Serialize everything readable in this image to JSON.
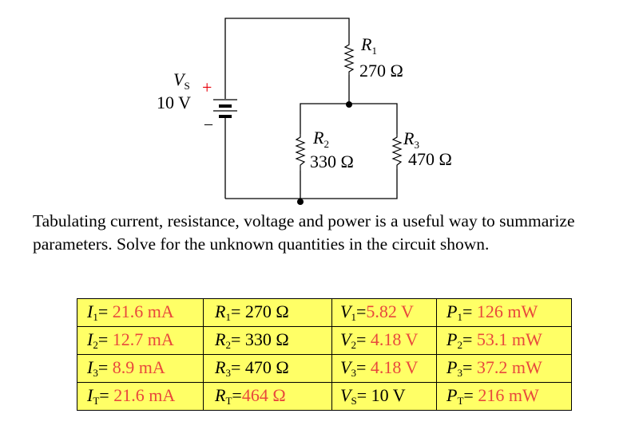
{
  "colors": {
    "accent_red": "#e8000b",
    "value_red": "#e8483c",
    "table_bg": "#ffff66"
  },
  "circuit": {
    "source_symbol": "V",
    "source_sub": "S",
    "source_value": "10 V",
    "plus": "+",
    "minus": "–",
    "r1_symbol": "R",
    "r1_sub": "1",
    "r1_value": "270 Ω",
    "r2_symbol": "R",
    "r2_sub": "2",
    "r2_value": "330 Ω",
    "r3_symbol": "R",
    "r3_sub": "3",
    "r3_value": "470 Ω"
  },
  "problem_text": "Tabulating current, resistance, voltage and power is a useful way to summarize parameters.  Solve for the unknown quantities in the circuit shown.",
  "table": [
    [
      {
        "sym": "I",
        "sub": "1",
        "eq": "= ",
        "val": "21.6 mA",
        "given": false
      },
      {
        "sym": "R",
        "sub": "1",
        "eq": "= ",
        "val": "270 Ω",
        "given": true
      },
      {
        "sym": "V",
        "sub": "1",
        "eq": "=",
        "val": "5.82 V",
        "given": false
      },
      {
        "sym": "P",
        "sub": "1",
        "eq": "= ",
        "val": "126 mW",
        "given": false
      }
    ],
    [
      {
        "sym": "I",
        "sub": "2",
        "eq": "= ",
        "val": "12.7 mA",
        "given": false
      },
      {
        "sym": "R",
        "sub": "2",
        "eq": "= ",
        "val": "330 Ω",
        "given": true
      },
      {
        "sym": "V",
        "sub": "2",
        "eq": "= ",
        "val": "4.18 V",
        "given": false
      },
      {
        "sym": "P",
        "sub": "2",
        "eq": "= ",
        "val": "53.1 mW",
        "given": false
      }
    ],
    [
      {
        "sym": "I",
        "sub": "3",
        "eq": "= ",
        "val": "8.9 mA",
        "given": false
      },
      {
        "sym": "R",
        "sub": "3",
        "eq": "= ",
        "val": "470 Ω",
        "given": true
      },
      {
        "sym": "V",
        "sub": "3",
        "eq": "= ",
        "val": "4.18 V",
        "given": false
      },
      {
        "sym": "P",
        "sub": "3",
        "eq": "= ",
        "val": "37.2 mW",
        "given": false
      }
    ],
    [
      {
        "sym": "I",
        "sub": "T",
        "eq": "= ",
        "val": "21.6 mA",
        "given": false
      },
      {
        "sym": "R",
        "sub": "T",
        "eq": "=",
        "val": "464 Ω",
        "given": false
      },
      {
        "sym": "V",
        "sub": "S",
        "eq": "= ",
        "val": "10 V",
        "given": true
      },
      {
        "sym": "P",
        "sub": "T",
        "eq": "= ",
        "val": "216 mW",
        "given": false
      }
    ]
  ]
}
